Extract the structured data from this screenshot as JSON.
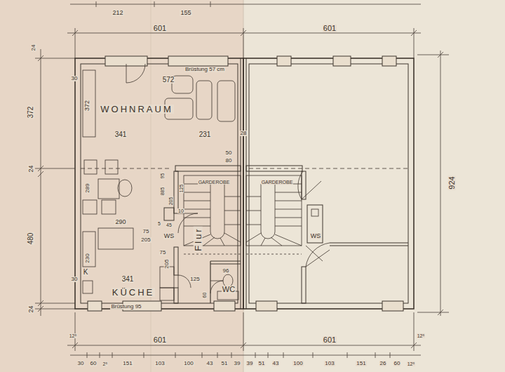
{
  "diagram": {
    "labels": [
      "212",
      "155",
      "601",
      "601",
      "24",
      "372",
      "24",
      "480",
      "24",
      "924",
      "Brüstung 57 cm",
      "572",
      "30",
      "372",
      "WOHNRAUM",
      "341",
      "231",
      "28",
      "50",
      "80",
      "289",
      "95",
      "885",
      "125",
      "205",
      "GARDEROBE",
      "GARDEROBE",
      "45",
      "WS",
      "10",
      "5",
      "290",
      "75",
      "205",
      "75",
      "205",
      "Flur",
      "230",
      "K",
      "30",
      "341",
      "125",
      "96",
      "KÜCHE",
      "WC",
      "60",
      "Brüstung 95",
      "WS",
      "601",
      "601",
      "12⁵",
      "12⁵",
      "30",
      "60",
      "2⁵",
      "151",
      "103",
      "100",
      "43",
      "51",
      "39",
      "39",
      "51",
      "43",
      "100",
      "103",
      "151",
      "26",
      "60",
      "12⁵"
    ]
  }
}
